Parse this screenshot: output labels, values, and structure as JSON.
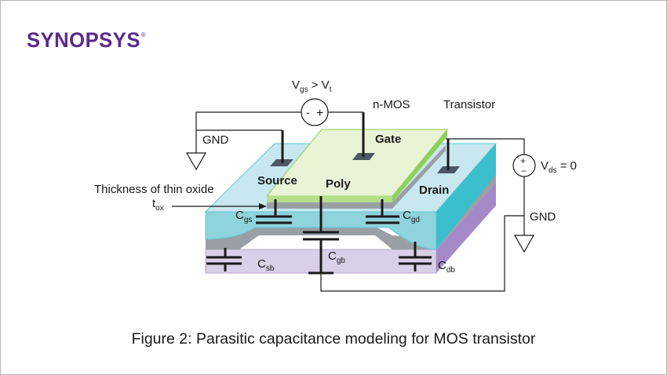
{
  "brand": {
    "name": "SYNOPSYS",
    "mark": "®",
    "color": "#5a2a8c"
  },
  "diagram": {
    "vgs_source": {
      "label_main": "V",
      "label_sub": "gs",
      "relation": " > V",
      "relation_sub": "t",
      "minus": "-",
      "plus": "+"
    },
    "vds_source": {
      "plus": "+",
      "minus": "−",
      "label_main": "V",
      "label_sub": "ds",
      "value": " = 0"
    },
    "title_left": "n-MOS",
    "title_right": "Transistor",
    "gnd_left": "GND",
    "gnd_right": "GND",
    "terminals": {
      "gate": "Gate",
      "source": "Source",
      "drain": "Drain",
      "poly": "Poly"
    },
    "oxide": {
      "label": "Thickness of thin oxide",
      "symbol_main": "t",
      "symbol_sub": "ox"
    },
    "capacitors": [
      {
        "main": "C",
        "sub": "gs"
      },
      {
        "main": "C",
        "sub": "gd"
      },
      {
        "main": "C",
        "sub": "gb"
      },
      {
        "main": "C",
        "sub": "sb"
      },
      {
        "main": "C",
        "sub": "db"
      }
    ],
    "colors": {
      "substrate": "#d9cfe6",
      "substrate_side": "#a58ac9",
      "depletion": "#9a9fa6",
      "diffusion_top": "#c8e7ee",
      "diffusion_front": "#8fd3dc",
      "diffusion_side": "#3cbfcc",
      "poly_top": "#e9f3d6",
      "poly_side": "#8fcf5a",
      "contact": "#4d5866"
    }
  },
  "caption": "Figure 2: Parasitic capacitance modeling for MOS transistor"
}
